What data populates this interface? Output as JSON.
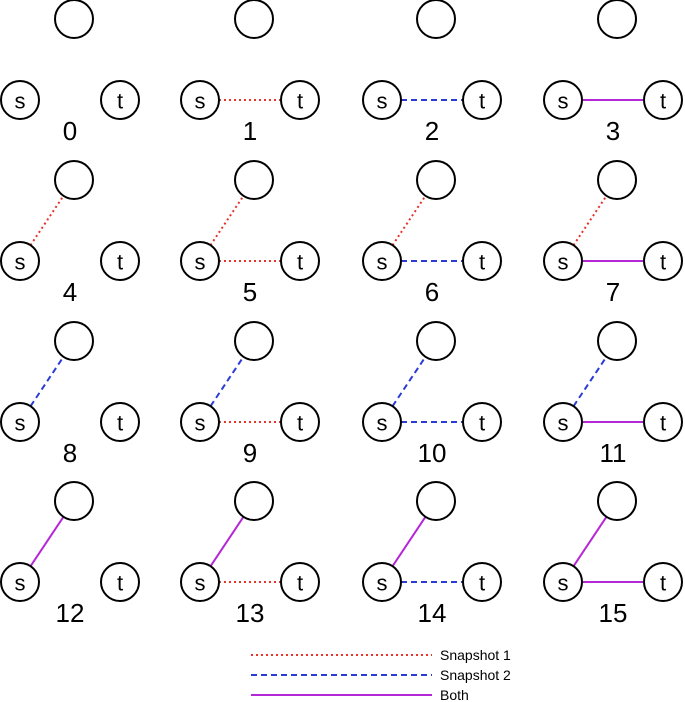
{
  "node_labels": {
    "source": "s",
    "target": "t",
    "top": ""
  },
  "edge_styles": {
    "snapshot1": {
      "color": "#e8332a",
      "dash": "2,3"
    },
    "snapshot2": {
      "color": "#2b3bd6",
      "dash": "6,4"
    },
    "both": {
      "color": "#b427d6",
      "dash": ""
    }
  },
  "panels": [
    {
      "number": "0",
      "st": null,
      "s_top": null
    },
    {
      "number": "1",
      "st": "snapshot1",
      "s_top": null
    },
    {
      "number": "2",
      "st": "snapshot2",
      "s_top": null
    },
    {
      "number": "3",
      "st": "both",
      "s_top": null
    },
    {
      "number": "4",
      "st": null,
      "s_top": "snapshot1"
    },
    {
      "number": "5",
      "st": "snapshot1",
      "s_top": "snapshot1"
    },
    {
      "number": "6",
      "st": "snapshot2",
      "s_top": "snapshot1"
    },
    {
      "number": "7",
      "st": "both",
      "s_top": "snapshot1"
    },
    {
      "number": "8",
      "st": null,
      "s_top": "snapshot2"
    },
    {
      "number": "9",
      "st": "snapshot1",
      "s_top": "snapshot2"
    },
    {
      "number": "10",
      "st": "snapshot2",
      "s_top": "snapshot2"
    },
    {
      "number": "11",
      "st": "both",
      "s_top": "snapshot2"
    },
    {
      "number": "12",
      "st": null,
      "s_top": "both"
    },
    {
      "number": "13",
      "st": "snapshot1",
      "s_top": "both"
    },
    {
      "number": "14",
      "st": "snapshot2",
      "s_top": "both"
    },
    {
      "number": "15",
      "st": "both",
      "s_top": "both"
    }
  ],
  "legend": [
    {
      "style": "snapshot1",
      "label": "Snapshot 1"
    },
    {
      "style": "snapshot2",
      "label": "Snapshot 2"
    },
    {
      "style": "both",
      "label": "Both"
    }
  ]
}
